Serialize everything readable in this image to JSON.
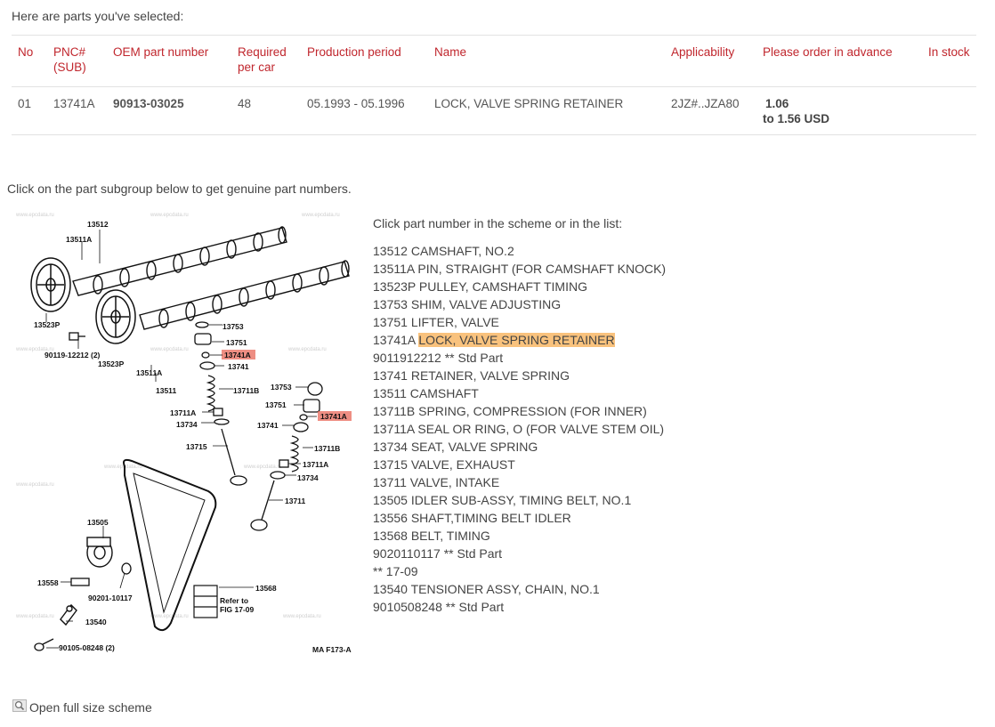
{
  "selected": {
    "heading": "Here are parts you've selected:",
    "columns": [
      "No",
      "PNC#\n(SUB)",
      "OEM part number",
      "Required\nper car",
      "Production period",
      "Name",
      "Applicability",
      "Please order in advance",
      "In stock"
    ],
    "columns_lines": [
      [
        "No"
      ],
      [
        "PNC#",
        "(SUB)"
      ],
      [
        "OEM part number"
      ],
      [
        "Required",
        "per car"
      ],
      [
        "Production period"
      ],
      [
        "Name"
      ],
      [
        "Applicability"
      ],
      [
        "Please order in advance"
      ],
      [
        "In stock"
      ]
    ],
    "rows": [
      {
        "no": "01",
        "pnc": "13741A",
        "oem": "90913-03025",
        "required": "48",
        "period": "05.1993 - 05.1996",
        "name": "LOCK, VALVE SPRING RETAINER",
        "applicability": "2JZ#..JZA80",
        "price_from": "1.06",
        "price_to": "to 1.56 USD",
        "in_stock": ""
      }
    ]
  },
  "instruction": "Click on the part subgroup below to get genuine part numbers.",
  "scheme": {
    "watermark": "www.epcdata.ru",
    "code": "MA F173-A",
    "refer_line1": "Refer to",
    "refer_line2": "FIG 17-09",
    "labels": {
      "l13512": "13512",
      "l13511A_top": "13511A",
      "l13523P_left": "13523P",
      "l90119": "90119-12212 (2)",
      "l13523P_mid": "13523P",
      "l13511A_mid": "13511A",
      "l13511": "13511",
      "l13753_a": "13753",
      "l13751_a": "13751",
      "l13741A_a": "13741A",
      "l13741_a": "13741",
      "l13711B_a": "13711B",
      "l13711A_a": "13711A",
      "l13734_a": "13734",
      "l13715": "13715",
      "l13753_b": "13753",
      "l13751_b": "13751",
      "l13741A_b": "13741A",
      "l13741_b": "13741",
      "l13711B_b": "13711B",
      "l13711A_b": "13711A",
      "l13734_b": "13734",
      "l13711": "13711",
      "l13505": "13505",
      "l13558": "13558",
      "l90201": "90201-10117",
      "l13568": "13568",
      "l13540": "13540",
      "l90105": "90105-08248 (2)"
    }
  },
  "parts_list": {
    "heading": "Click part number in the scheme or in the list:",
    "items": [
      {
        "code": "13512",
        "name": "CAMSHAFT, NO.2",
        "highlight": false
      },
      {
        "code": "13511A",
        "name": "PIN, STRAIGHT (FOR CAMSHAFT KNOCK)",
        "highlight": false
      },
      {
        "code": "13523P",
        "name": "PULLEY, CAMSHAFT TIMING",
        "highlight": false
      },
      {
        "code": "13753",
        "name": "SHIM, VALVE ADJUSTING",
        "highlight": false
      },
      {
        "code": "13751",
        "name": "LIFTER, VALVE",
        "highlight": false
      },
      {
        "code": "13741A",
        "name": "LOCK, VALVE SPRING RETAINER",
        "highlight": true
      },
      {
        "code": "9011912212",
        "name": "** Std Part",
        "highlight": false
      },
      {
        "code": "13741",
        "name": "RETAINER, VALVE SPRING",
        "highlight": false
      },
      {
        "code": "13511",
        "name": "CAMSHAFT",
        "highlight": false
      },
      {
        "code": "13711B",
        "name": "SPRING, COMPRESSION (FOR INNER)",
        "highlight": false
      },
      {
        "code": "13711A",
        "name": "SEAL OR RING, O (FOR VALVE STEM OIL)",
        "highlight": false
      },
      {
        "code": "13734",
        "name": "SEAT, VALVE SPRING",
        "highlight": false
      },
      {
        "code": "13715",
        "name": "VALVE, EXHAUST",
        "highlight": false
      },
      {
        "code": "13711",
        "name": "VALVE, INTAKE",
        "highlight": false
      },
      {
        "code": "13505",
        "name": "IDLER SUB-ASSY, TIMING BELT, NO.1",
        "highlight": false
      },
      {
        "code": "13556",
        "name": "SHAFT,TIMING BELT IDLER",
        "highlight": false
      },
      {
        "code": "13568",
        "name": "BELT, TIMING",
        "highlight": false
      },
      {
        "code": "9020110117",
        "name": "** Std Part",
        "highlight": false
      },
      {
        "code": "",
        "name": "** 17-09",
        "highlight": false
      },
      {
        "code": "13540",
        "name": "TENSIONER ASSY, CHAIN, NO.1",
        "highlight": false
      },
      {
        "code": "9010508248",
        "name": "** Std Part",
        "highlight": false
      }
    ]
  },
  "open_scheme_label": "Open full size scheme",
  "colors": {
    "header_red": "#c0262d",
    "highlight": "#f9c27d",
    "scheme_highlight_box": "#e8685a"
  }
}
